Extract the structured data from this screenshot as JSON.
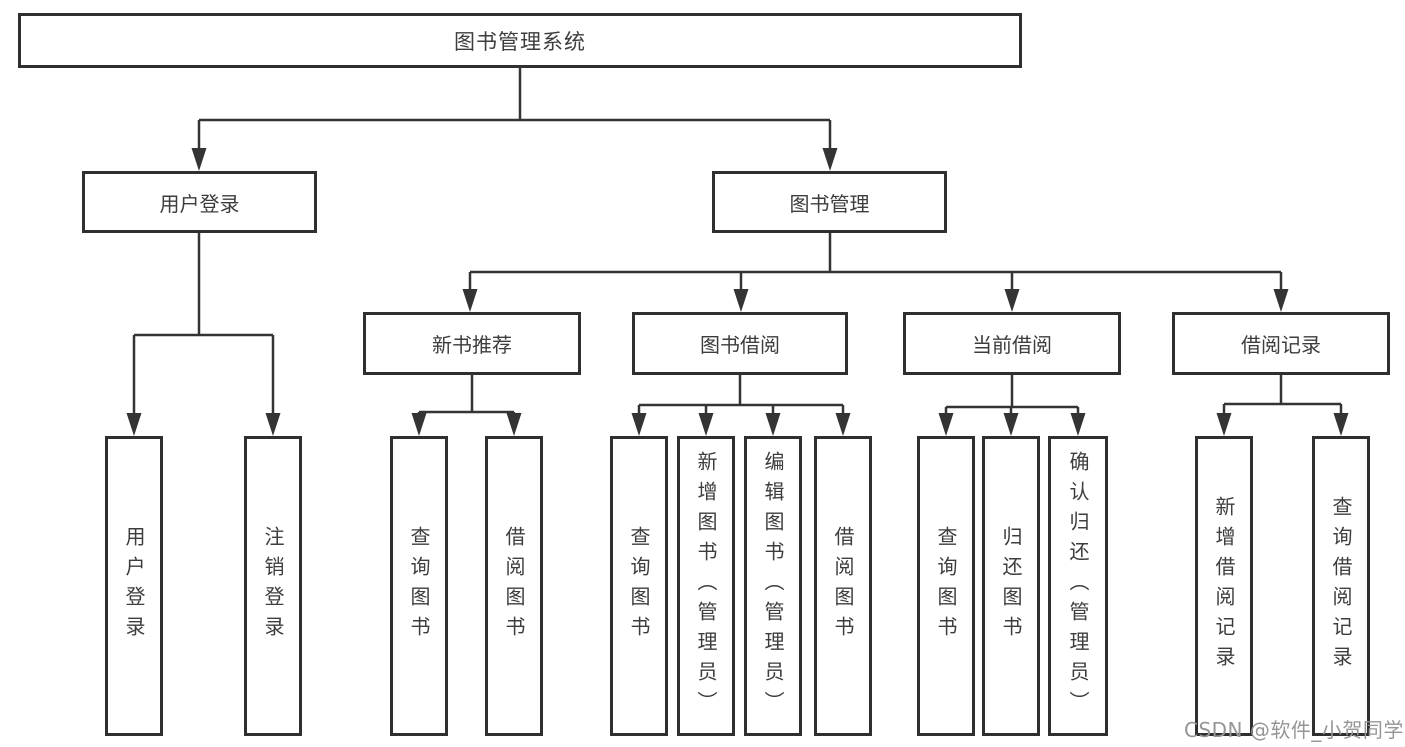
{
  "tree": {
    "root": {
      "label": "图书管理系统",
      "children": [
        {
          "label": "用户登录",
          "children": [
            {
              "label": "用户登录"
            },
            {
              "label": "注销登录"
            }
          ]
        },
        {
          "label": "图书管理",
          "children": [
            {
              "label": "新书推荐",
              "children": [
                {
                  "label": "查询图书"
                },
                {
                  "label": "借阅图书"
                }
              ]
            },
            {
              "label": "图书借阅",
              "children": [
                {
                  "label": "查询图书"
                },
                {
                  "label": "新增图书（管理员）"
                },
                {
                  "label": "编辑图书（管理员）"
                },
                {
                  "label": "借阅图书"
                }
              ]
            },
            {
              "label": "当前借阅",
              "children": [
                {
                  "label": "查询图书"
                },
                {
                  "label": "归还图书"
                },
                {
                  "label": "确认归还（管理员）"
                }
              ]
            },
            {
              "label": "借阅记录",
              "children": [
                {
                  "label": "新增借阅记录"
                },
                {
                  "label": "查询借阅记录"
                }
              ]
            }
          ]
        }
      ]
    }
  },
  "watermark": {
    "text": "CSDN @软件_小贺同学"
  },
  "colors": {
    "line": "#343434",
    "box_border": "#2f2f2f",
    "box_fill": "#ffffff",
    "label_text": "#3d3d3d",
    "background": "#ffffff",
    "watermark_text": "#969696"
  }
}
